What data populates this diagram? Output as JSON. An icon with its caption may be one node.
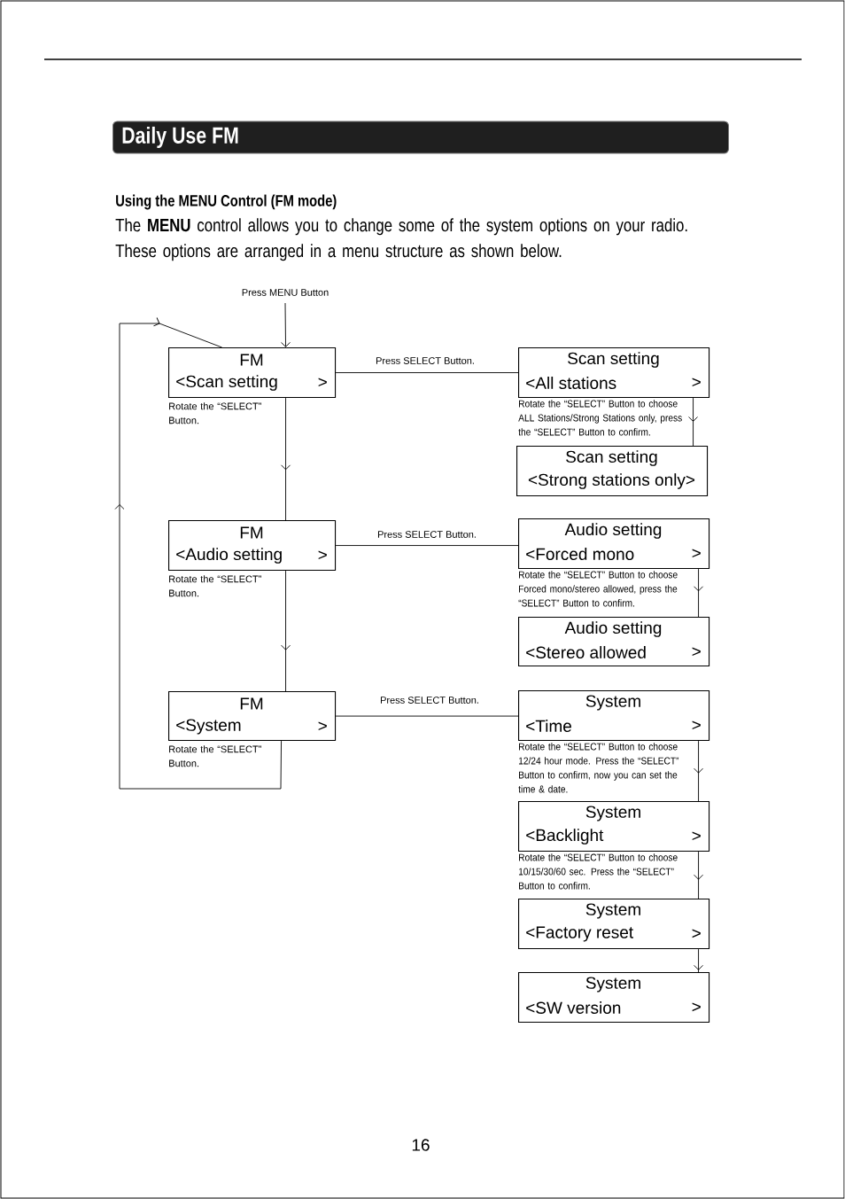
{
  "diagram": {
    "title": "Daily Use FM",
    "nodes": [
      {
        "text": [
          "FM",
          "<Scan setting",
          ">"
        ],
        "beside": [
          "Rotate the “SELECT” Button."
        ]
      },
      {
        "text": [
          "FM",
          "<Audio setting",
          ">"
        ],
        "beside": [
          "Rotate the “SELECT” Button."
        ]
      },
      {
        "text": [
          "FM",
          "<System",
          ">"
        ],
        "beside": [
          "Rotate the “SELECT” Button."
        ]
      },
      {
        "text": [
          "Scan setting",
          "<All stations",
          ">"
        ],
        "beside": [
          "Rotate the “SELECT” Button to choose ALL Stations/Strong Stations only, press the “SELECT” Button to confirm."
        ]
      },
      {
        "text": [
          "Scan setting",
          "<Strong stations only>"
        ]
      },
      {
        "text": [
          "Audio setting",
          "<Forced mono",
          ">"
        ],
        "beside": [
          "Rotate the “SELECT” Button to choose Forced mono/stereo allowed, press the “SELECT” Button to confirm."
        ]
      },
      {
        "text": [
          "Audio setting",
          "<Stereo allowed",
          ">"
        ]
      },
      {
        "text": [
          "System",
          "<Time",
          ">"
        ],
        "beside": [
          "Rotate the “SELECT” Button to choose 12/24 hour mode. Press the “SELECT” Button to confirm, now you can set the time & date."
        ]
      },
      {
        "text": [
          "System",
          "<Backlight",
          ">"
        ],
        "beside": [
          "Rotate the “SELECT” Button to choose 10/15/30/60 sec. Press the “SELECT” Button to confirm."
        ]
      },
      {
        "text": [
          "System",
          "<Factory reset",
          ">"
        ]
      },
      {
        "text": [
          "System",
          "<SW version",
          ">"
        ]
      }
    ],
    "edges": [
      {
        "from": null,
        "to": 0,
        "arrow": "to",
        "label": "Press MENU Button"
      },
      {
        "from": 0,
        "to": 1,
        "arrow": "to"
      },
      {
        "from": 1,
        "to": 2,
        "arrow": "to"
      },
      {
        "from": 2,
        "to": 0,
        "arrow": "to"
      },
      {
        "from": 0,
        "to": 3,
        "arrow": "none",
        "label": "Press SELECT Button."
      },
      {
        "from": 1,
        "to": 5,
        "arrow": "none",
        "label": "Press SELECT Button."
      },
      {
        "from": 2,
        "to": 7,
        "arrow": "none",
        "label": "Press SELECT Button."
      },
      {
        "from": 3,
        "to": 4,
        "arrow": "to"
      },
      {
        "from": 5,
        "to": 6,
        "arrow": "to"
      },
      {
        "from": 7,
        "to": 8,
        "arrow": "to"
      },
      {
        "from": 8,
        "to": 9,
        "arrow": "to"
      },
      {
        "from": 9,
        "to": 10,
        "arrow": "to"
      }
    ],
    "labels": [
      "Using the MENU Control (FM mode)",
      "The **MENU** control allows you to change some of the system options on your radio. These options are arranged in a menu structure as shown below.",
      "16"
    ]
  }
}
